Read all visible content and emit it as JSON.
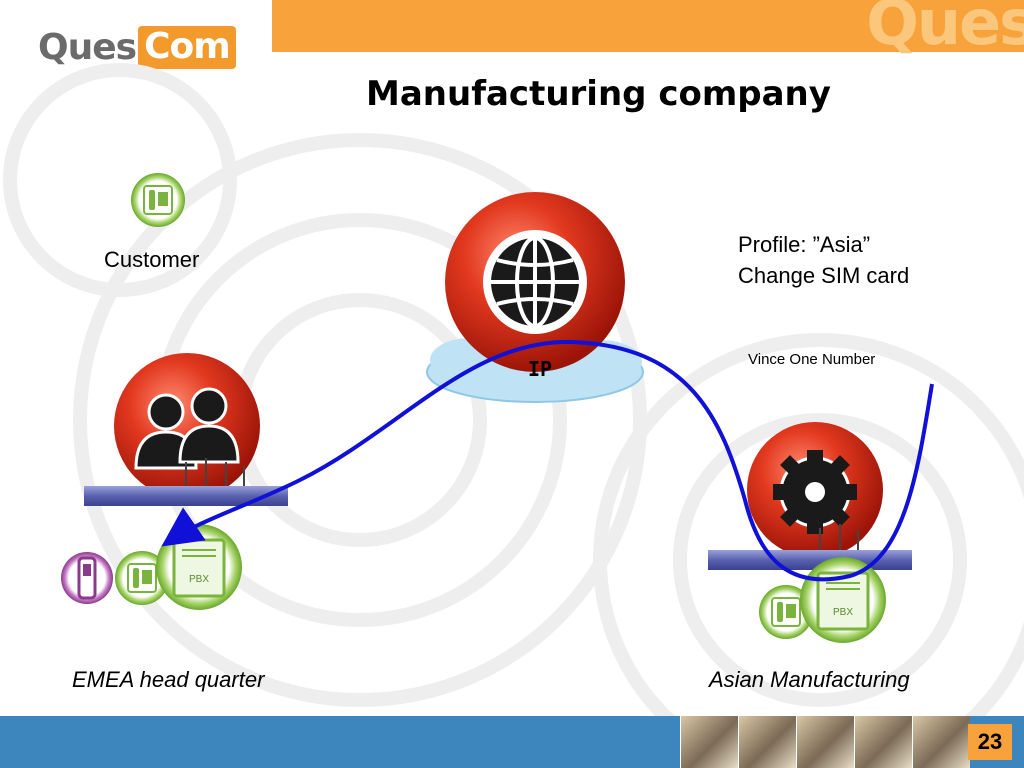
{
  "logo": {
    "part1": "Ques",
    "part2": "Com"
  },
  "header": {
    "watermark": "Ques"
  },
  "title": "Manufacturing company",
  "labels": {
    "customer": "Customer",
    "profile_line1": "Profile:  ”Asia”",
    "profile_line2": "Change SIM card",
    "vince": "Vince One Number",
    "emea": "EMEA head quarter",
    "asian": "Asian Manufacturing",
    "ip": "IP",
    "pbx_left": "PBX",
    "pbx_right": "PBX"
  },
  "page_number": "23",
  "colors": {
    "orange": "#f7a23a",
    "blue_footer": "#3d86bd",
    "red_icon": "#d6301f",
    "green_ring": "#8fc44a",
    "flow_line": "#1010d8",
    "cloud": "#bfe2f5"
  },
  "icons": [
    "globe-icon",
    "users-icon",
    "gear-icon",
    "phone-icon",
    "pbx-icon",
    "mobile-phone-icon",
    "cloud-icon"
  ]
}
